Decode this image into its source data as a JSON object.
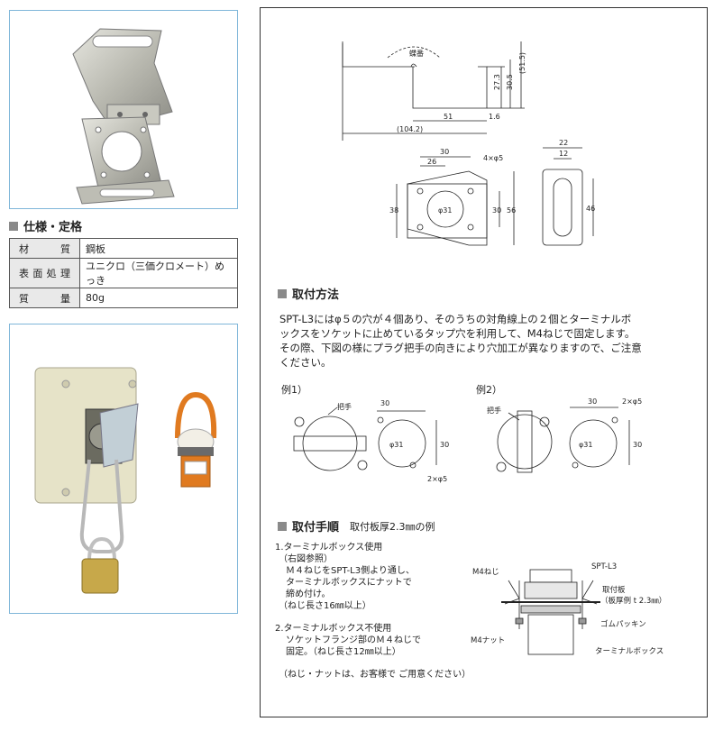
{
  "spec_section": {
    "title": "仕様・定格",
    "rows": [
      {
        "key": "材質",
        "value": "鋼板"
      },
      {
        "key": "表面処理",
        "value": "ユニクロ（三価クロメート）めっき"
      },
      {
        "key": "質量",
        "value": "80g"
      }
    ]
  },
  "drawing": {
    "hinge_label": "蝶番",
    "dims_top": [
      "51",
      "(104.2)",
      "1.6",
      "27.3",
      "30.5",
      "(51.5)"
    ],
    "dims_front": [
      "30",
      "26",
      "4×φ5",
      "φ31",
      "38",
      "30",
      "56"
    ],
    "dims_side": [
      "22",
      "12",
      "46"
    ]
  },
  "mounting": {
    "title": "取付方法",
    "text_lines": [
      "SPT-L3にはφ５の穴が４個あり、そのうちの対角線上の２個とターミナルボ",
      "ックスをソケットに止めているタップ穴を利用して、M4ねじで固定します。",
      "その際、下図の様にプラグ把手の向きにより穴加工が異なりますので、ご注意",
      "ください。"
    ],
    "example1": {
      "label": "例1）",
      "handle": "把手",
      "dim_h": "30",
      "dim_v": "30",
      "holes": "2×φ5",
      "dia": "φ31"
    },
    "example2": {
      "label": "例2）",
      "handle": "把手",
      "dim_h": "30",
      "dim_v": "30",
      "holes": "2×φ5",
      "dia": "φ31"
    }
  },
  "procedure": {
    "title": "取付手順",
    "subtitle": "取付板厚2.3㎜の例",
    "lines_1": [
      "1.ターミナルボックス使用",
      "（右図参照）",
      "Ｍ４ねじをSPT-L3側より通し、",
      "ターミナルボックスにナットで",
      "締め付け。",
      "（ねじ長さ16㎜以上）"
    ],
    "lines_2": [
      "2.ターミナルボックス不使用",
      "ソケットフランジ部のＭ４ねじで",
      "固定。（ねじ長さ12㎜以上）"
    ],
    "note": "（ねじ・ナットは、お客様で ご用意ください）",
    "labels": {
      "m4_screw": "M4ねじ",
      "spt": "SPT-L3",
      "plate": "取付板",
      "plate_note": "（板厚例 t 2.3㎜）",
      "gasket": "ゴムパッキン",
      "nut": "M4ナット",
      "terminal": "ターミナルボックス"
    }
  },
  "colors": {
    "frame_blue": "#7fb6d9",
    "head_square": "#8a8a8a",
    "bracket_metal": "#c8c8c0",
    "cap_orange": "#e07a20"
  }
}
